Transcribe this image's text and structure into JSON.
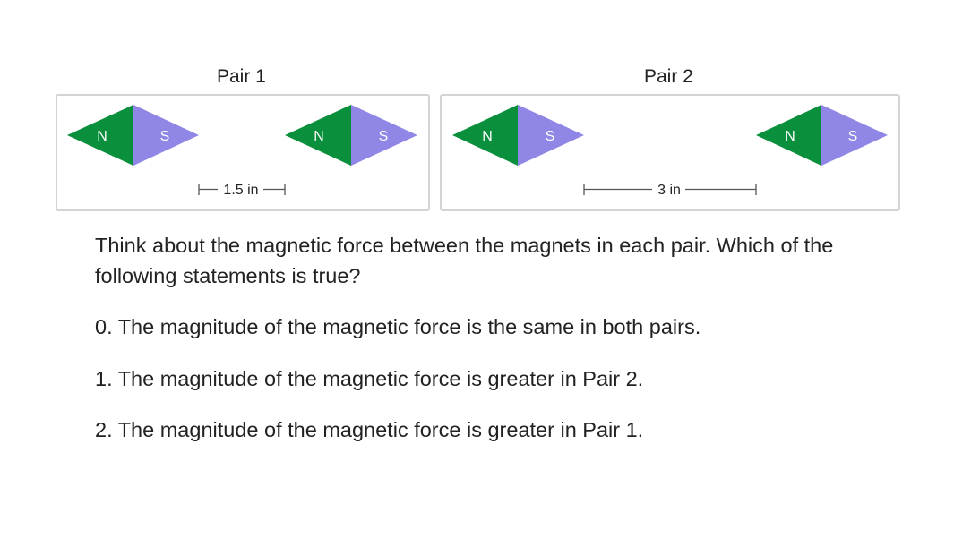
{
  "pairs": [
    {
      "title": "Pair 1",
      "distance_label": "1.5 in",
      "magnets": [
        {
          "left_pole": "N",
          "right_pole": "S"
        },
        {
          "left_pole": "N",
          "right_pole": "S"
        }
      ]
    },
    {
      "title": "Pair 2",
      "distance_label": "3 in",
      "magnets": [
        {
          "left_pole": "N",
          "right_pole": "S"
        },
        {
          "left_pole": "N",
          "right_pole": "S"
        }
      ]
    }
  ],
  "colors": {
    "north": "#0a8f3c",
    "south": "#8f86e6",
    "panel_border": "#d4d4d4",
    "ruler": "#555555"
  },
  "question": "Think about the magnetic force between the magnets in each pair. Which of the following statements is true?",
  "options": [
    "0. The magnitude of the magnetic force is the same in both pairs.",
    "1. The magnitude of the magnetic force is greater in Pair 2.",
    "2. The magnitude of the magnetic force is greater in Pair 1."
  ]
}
